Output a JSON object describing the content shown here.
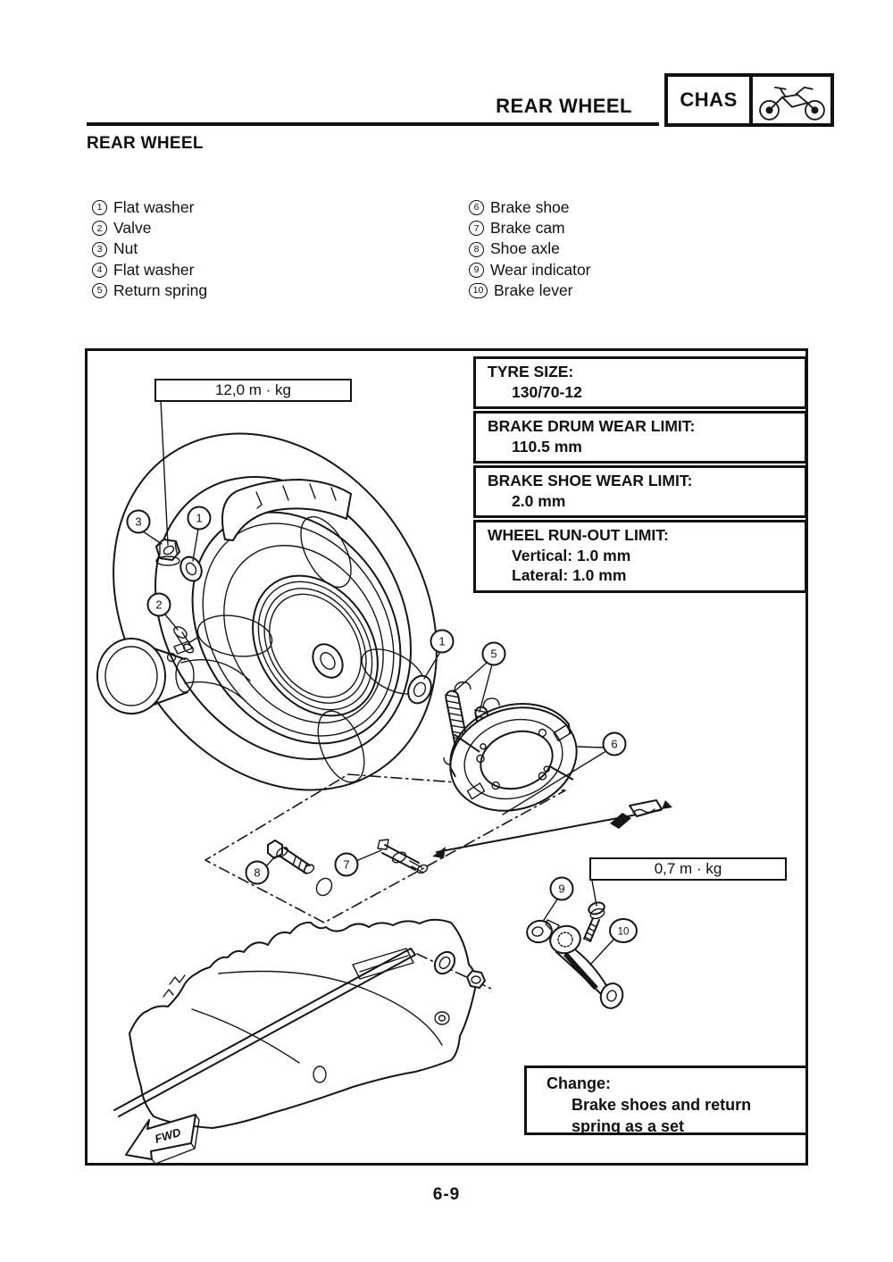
{
  "header": {
    "title": "REAR WHEEL",
    "tab_label": "CHAS",
    "tab_icon": "motorcycle-icon",
    "section_heading": "REAR WHEEL"
  },
  "parts_list": {
    "left": [
      {
        "num": "1",
        "label": "Flat washer"
      },
      {
        "num": "2",
        "label": "Valve"
      },
      {
        "num": "3",
        "label": "Nut"
      },
      {
        "num": "4",
        "label": "Flat washer"
      },
      {
        "num": "5",
        "label": "Return spring"
      }
    ],
    "right": [
      {
        "num": "6",
        "label": "Brake shoe"
      },
      {
        "num": "7",
        "label": "Brake cam"
      },
      {
        "num": "8",
        "label": "Shoe axle"
      },
      {
        "num": "9",
        "label": "Wear indicator"
      },
      {
        "num": "10",
        "label": "Brake lever"
      }
    ]
  },
  "specs": [
    {
      "label": "TYRE SIZE:",
      "values": [
        "130/70-12"
      ]
    },
    {
      "label": "BRAKE DRUM WEAR LIMIT:",
      "values": [
        "110.5 mm"
      ]
    },
    {
      "label": "BRAKE SHOE WEAR LIMIT:",
      "values": [
        "2.0 mm"
      ]
    },
    {
      "label": "WHEEL RUN-OUT LIMIT:",
      "values": [
        "Vertical: 1.0 mm",
        "Lateral: 1.0 mm"
      ]
    }
  ],
  "diagram": {
    "torque_labels": [
      {
        "text": "12,0 m · kg"
      },
      {
        "text": "0,7 m · kg"
      }
    ],
    "callouts": [
      "3",
      "1",
      "2",
      "1",
      "5",
      "6",
      "8",
      "7",
      "9",
      "10"
    ],
    "note": {
      "title": "Change:",
      "lines": [
        "Brake shoes and return",
        "spring as a set"
      ]
    },
    "fwd_label": "FWD"
  },
  "footer": {
    "page_number": "6-9"
  },
  "colors": {
    "ink": "#161616",
    "paper": "#ffffff"
  }
}
